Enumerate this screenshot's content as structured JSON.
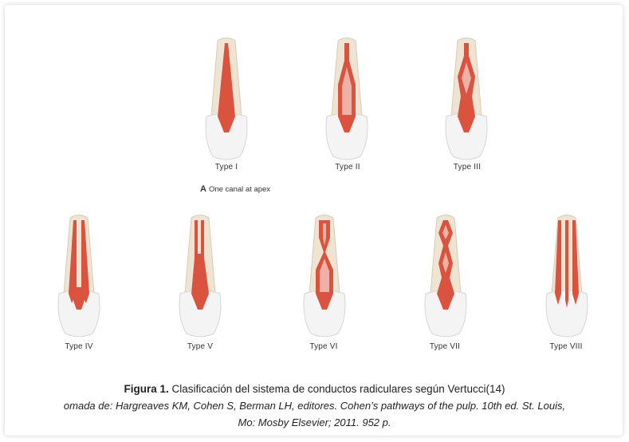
{
  "figure": {
    "types": [
      {
        "id": "I",
        "label": "Type I"
      },
      {
        "id": "II",
        "label": "Type II"
      },
      {
        "id": "III",
        "label": "Type III"
      },
      {
        "id": "IV",
        "label": "Type IV"
      },
      {
        "id": "V",
        "label": "Type V"
      },
      {
        "id": "VI",
        "label": "Type VI"
      },
      {
        "id": "VII",
        "label": "Type VII"
      },
      {
        "id": "VIII",
        "label": "Type VIII"
      }
    ],
    "apex_note": {
      "letter": "A",
      "text": "One canal at apex"
    },
    "colors": {
      "canal": "#d9533f",
      "root": "#efe3d2",
      "crown": "#f4f4f4"
    }
  },
  "caption": {
    "figure_label": "Figura 1.",
    "title": "Clasificación del sistema de conductos radiculares según Vertucci(14)",
    "source_line": "omada de: Hargreaves KM, Cohen S, Berman LH, editores. Cohen’s pathways of the pulp. 10th ed. St. Louis,",
    "publisher_line": "Mo: Mosby Elsevier; 2011. 952 p."
  }
}
